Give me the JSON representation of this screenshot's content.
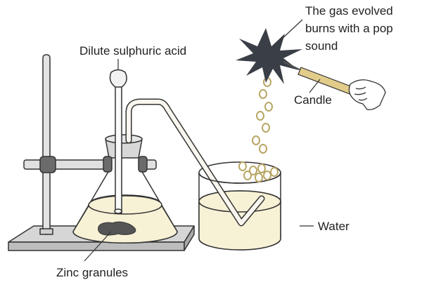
{
  "labels": {
    "gas_line1": "The gas evolved",
    "gas_line2": "burns with a pop",
    "gas_line3": "sound",
    "acid": "Dilute sulphuric acid",
    "candle": "Candle",
    "water": "Water",
    "zinc": "Zinc granules"
  },
  "colors": {
    "liquid": "#f7f1d6",
    "glass_outline": "#333333",
    "stand": "#d9d9d9",
    "clamp": "#6b6b6b",
    "bubble": "#b8a664",
    "zinc": "#555555",
    "explosion": "#3a3f47",
    "candle": "#e2cc8a"
  }
}
